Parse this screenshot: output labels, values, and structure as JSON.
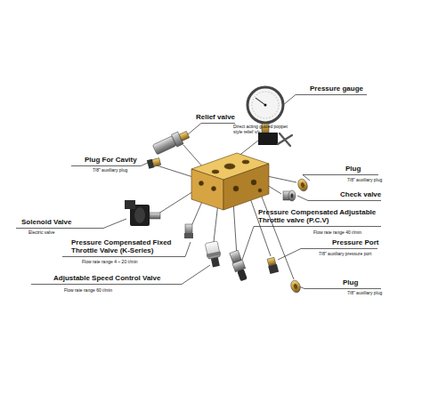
{
  "diagram": {
    "labels": [
      "Pressure gauge",
      "Relief valve",
      "Direct acting guided poppet style relief v/v",
      "Plug For Cavity",
      "7/8\" auxiliary plug",
      "Plug",
      "7/8\" auxiliary plug",
      "Check valve",
      "Solenoid Valve",
      "Electric valve",
      "Pressure Compensated Adjustable Throttle valve (P.C.V)",
      "Flow rate range 40 ℓ/min",
      "Pressure Port",
      "7/8\" auxiliary pressure port",
      "Pressure Compensated Fixed Throttle Valve (K-Series)",
      "Flow rate range 4 ~ 20 ℓ/min",
      "Plug",
      "7/8\" auxiliary plug",
      "Adjustable Speed Control Valve",
      "Flow rate range 60 ℓ/min"
    ]
  }
}
